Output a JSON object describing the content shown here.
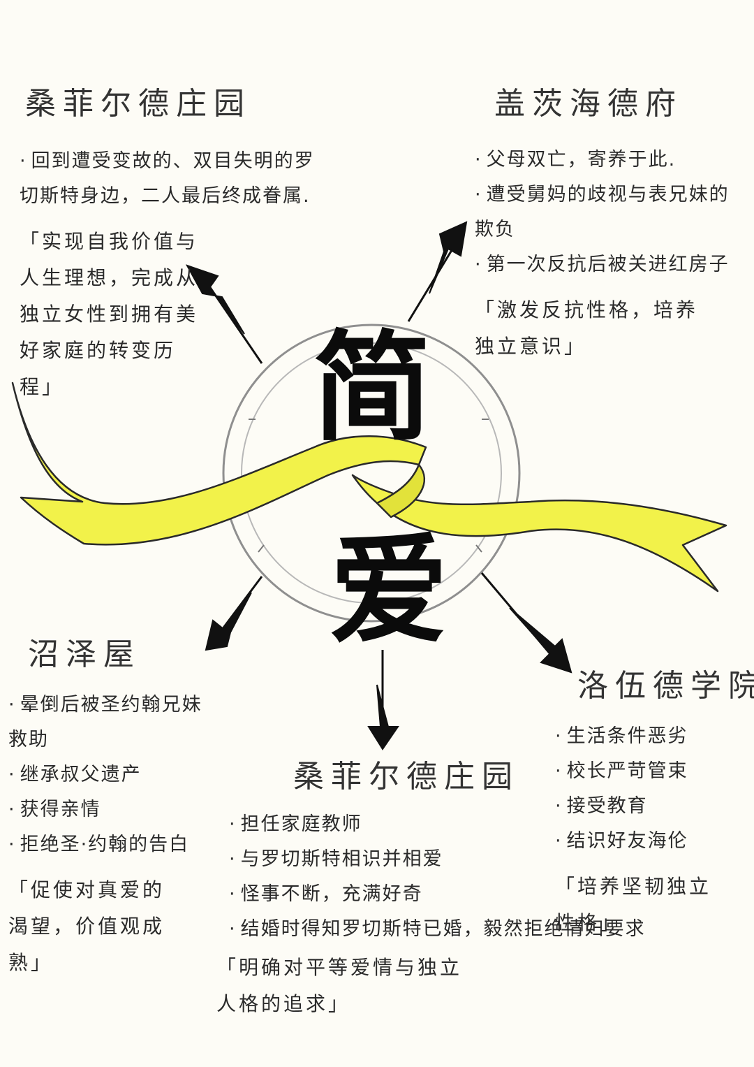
{
  "center": {
    "title_chars": [
      "简",
      "爱"
    ]
  },
  "sections": {
    "top_left": {
      "title": "桑菲尔德庄园",
      "items": [
        "回到遭受变故的、双目失明的罗切斯特身边，二人最后终成眷属."
      ],
      "summary": "实现自我价值与人生理想，完成从独立女性到拥有美好家庭的转变历程"
    },
    "top_right": {
      "title": "盖茨海德府",
      "items": [
        "父母双亡，寄养于此.",
        "遭受舅妈的歧视与表兄妹的欺负",
        "第一次反抗后被关进红房子"
      ],
      "summary": "激发反抗性格，培养独立意识"
    },
    "bottom_left": {
      "title": "沼泽屋",
      "items": [
        "晕倒后被圣约翰兄妹救助",
        "继承叔父遗产",
        "获得亲情",
        "拒绝圣·约翰的告白"
      ],
      "summary": "促使对真爱的渴望，价值观成熟"
    },
    "bottom_right": {
      "title": "洛伍德学院",
      "items": [
        "生活条件恶劣",
        "校长严苛管束",
        "接受教育",
        "结识好友海伦"
      ],
      "summary": "培养坚韧独立性格"
    },
    "bottom_center": {
      "title": "桑菲尔德庄园",
      "items": [
        "担任家庭教师",
        "与罗切斯特相识并相爱",
        "怪事不断，充满好奇",
        "结婚时得知罗切斯特已婚，毅然拒绝情妇要求"
      ],
      "summary": "明确对平等爱情与独立人格的追求"
    }
  },
  "colors": {
    "ribbon": "#f2f24a",
    "ribbon_outline": "#2a2a2a",
    "ink": "#111111",
    "circle": "#9a9a9a"
  },
  "icons": [
    "ribbon-banner",
    "clock-circle",
    "arrow-icon"
  ]
}
